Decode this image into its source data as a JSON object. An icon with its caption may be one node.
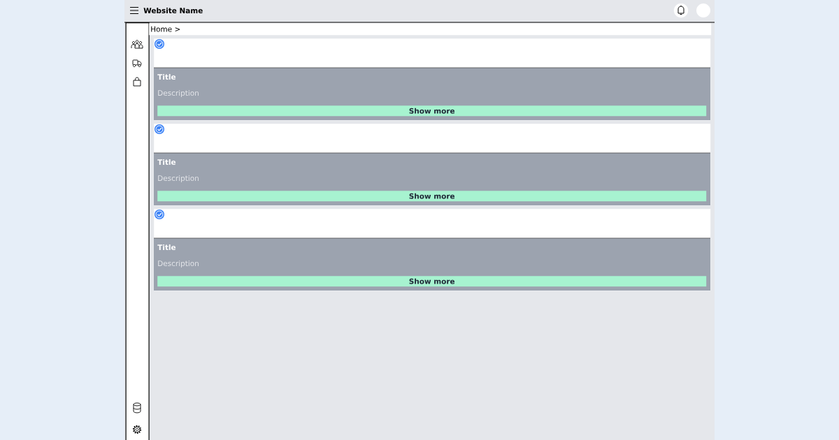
{
  "diagram": {
    "nodes": [
      {
        "text": [
          "Website Name"
        ]
      },
      {
        "text": [],
        "shape": "bar"
      },
      {
        "text": [
          "Home >"
        ]
      },
      {
        "text": [
          "Title",
          "Description"
        ]
      },
      {
        "text": [
          "Show more"
        ],
        "in": 3
      },
      {
        "text": [
          "Title",
          "Description"
        ]
      },
      {
        "text": [
          "Show more"
        ],
        "in": 5
      },
      {
        "text": [
          "Title",
          "Description"
        ]
      },
      {
        "text": [
          "Show more"
        ],
        "in": 7
      }
    ]
  }
}
